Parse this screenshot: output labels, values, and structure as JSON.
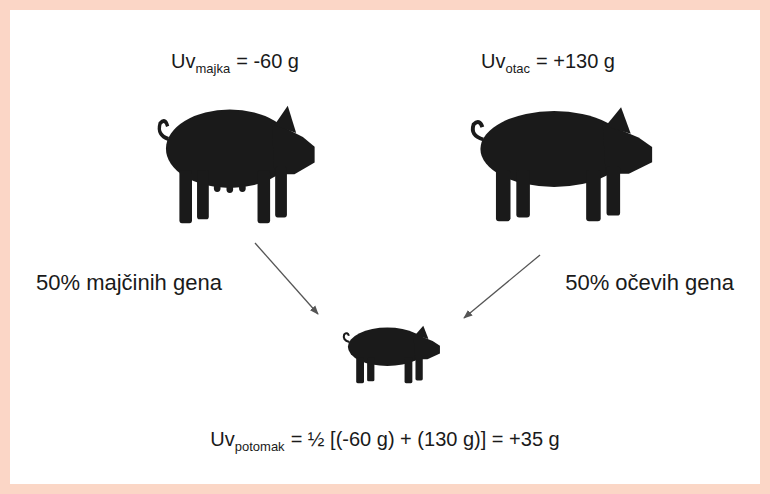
{
  "diagram": {
    "labels": [
      "Uv",
      "majka",
      "= -60 g",
      "Uv",
      "otac",
      "= +130 g",
      "50% majčinih gena",
      "50% očevih gena",
      "Uv",
      "potomak",
      "= ½ [(-60 g) + (130 g)] = +35 g"
    ]
  }
}
